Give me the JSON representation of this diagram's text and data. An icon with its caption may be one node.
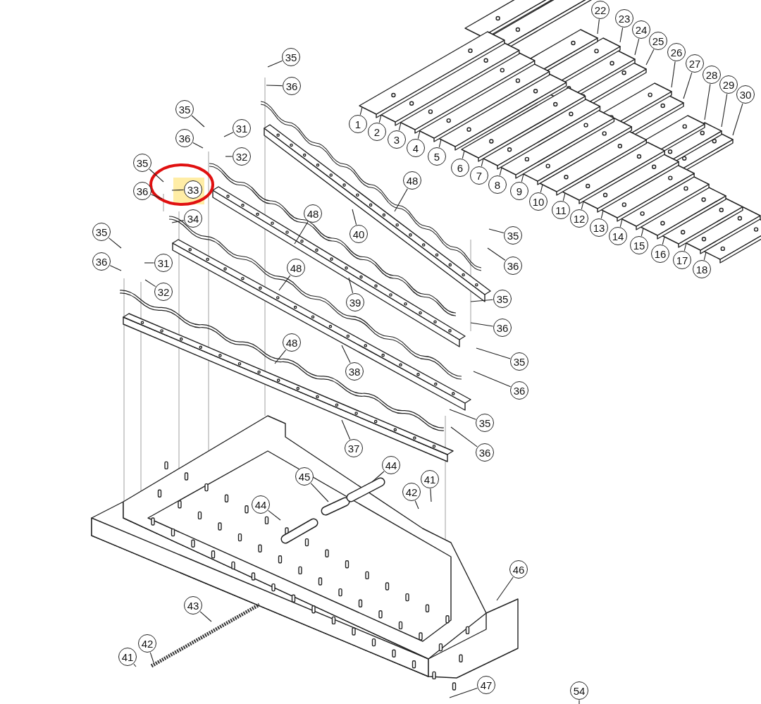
{
  "diagram": {
    "nodes": [
      {
        "text": [
          "22"
        ]
      },
      {
        "text": [
          "23"
        ]
      },
      {
        "text": [
          "24"
        ]
      },
      {
        "text": [
          "25"
        ]
      },
      {
        "text": [
          "26"
        ]
      },
      {
        "text": [
          "27"
        ]
      },
      {
        "text": [
          "28"
        ]
      },
      {
        "text": [
          "29"
        ]
      },
      {
        "text": [
          "30"
        ]
      },
      {
        "text": [
          "35"
        ]
      },
      {
        "text": [
          "36"
        ]
      },
      {
        "text": [
          "1"
        ]
      },
      {
        "text": [
          "2"
        ]
      },
      {
        "text": [
          "3"
        ]
      },
      {
        "text": [
          "4"
        ]
      },
      {
        "text": [
          "5"
        ]
      },
      {
        "text": [
          "6"
        ]
      },
      {
        "text": [
          "7"
        ]
      },
      {
        "text": [
          "8"
        ]
      },
      {
        "text": [
          "9"
        ]
      },
      {
        "text": [
          "10"
        ]
      },
      {
        "text": [
          "11"
        ]
      },
      {
        "text": [
          "12"
        ]
      },
      {
        "text": [
          "13"
        ]
      },
      {
        "text": [
          "14"
        ]
      },
      {
        "text": [
          "15"
        ]
      },
      {
        "text": [
          "16"
        ]
      },
      {
        "text": [
          "17"
        ]
      },
      {
        "text": [
          "18"
        ]
      },
      {
        "text": [
          "35"
        ]
      },
      {
        "text": [
          "36"
        ]
      },
      {
        "text": [
          "31"
        ]
      },
      {
        "text": [
          "32"
        ]
      },
      {
        "text": [
          "35"
        ]
      },
      {
        "text": [
          "36"
        ]
      },
      {
        "text": [
          "33"
        ]
      },
      {
        "text": [
          "34"
        ]
      },
      {
        "text": [
          "48"
        ]
      },
      {
        "text": [
          "40"
        ]
      },
      {
        "text": [
          "48"
        ]
      },
      {
        "text": [
          "35"
        ]
      },
      {
        "text": [
          "36"
        ]
      },
      {
        "text": [
          "35"
        ]
      },
      {
        "text": [
          "36"
        ]
      },
      {
        "text": [
          "31"
        ]
      },
      {
        "text": [
          "32"
        ]
      },
      {
        "text": [
          "48"
        ]
      },
      {
        "text": [
          "39"
        ]
      },
      {
        "text": [
          "35"
        ]
      },
      {
        "text": [
          "36"
        ]
      },
      {
        "text": [
          "48"
        ]
      },
      {
        "text": [
          "35"
        ]
      },
      {
        "text": [
          "38"
        ]
      },
      {
        "text": [
          "36"
        ]
      },
      {
        "text": [
          "35"
        ]
      },
      {
        "text": [
          "37"
        ]
      },
      {
        "text": [
          "36"
        ]
      },
      {
        "text": [
          "44"
        ]
      },
      {
        "text": [
          "45"
        ]
      },
      {
        "text": [
          "41"
        ]
      },
      {
        "text": [
          "42"
        ]
      },
      {
        "text": [
          "44"
        ]
      },
      {
        "text": [
          "46"
        ]
      },
      {
        "text": [
          "43"
        ]
      },
      {
        "text": [
          "42"
        ]
      },
      {
        "text": [
          "41"
        ]
      },
      {
        "text": [
          "47"
        ]
      },
      {
        "text": [
          "54"
        ]
      }
    ],
    "edges": [
      {
        "from": 0,
        "to": null,
        "arrow": "none"
      },
      {
        "from": 1,
        "to": null,
        "arrow": "none"
      },
      {
        "from": 2,
        "to": null,
        "arrow": "none"
      },
      {
        "from": 3,
        "to": null,
        "arrow": "none"
      },
      {
        "from": 4,
        "to": null,
        "arrow": "none"
      },
      {
        "from": 5,
        "to": null,
        "arrow": "none"
      },
      {
        "from": 6,
        "to": null,
        "arrow": "none"
      },
      {
        "from": 7,
        "to": null,
        "arrow": "none"
      },
      {
        "from": 8,
        "to": null,
        "arrow": "none"
      },
      {
        "from": 9,
        "to": null,
        "arrow": "none"
      },
      {
        "from": 10,
        "to": null,
        "arrow": "none"
      },
      {
        "from": 11,
        "to": null,
        "arrow": "none"
      },
      {
        "from": 12,
        "to": null,
        "arrow": "none"
      },
      {
        "from": 13,
        "to": null,
        "arrow": "none"
      },
      {
        "from": 14,
        "to": null,
        "arrow": "none"
      },
      {
        "from": 15,
        "to": null,
        "arrow": "none"
      },
      {
        "from": 16,
        "to": null,
        "arrow": "none"
      },
      {
        "from": 17,
        "to": null,
        "arrow": "none"
      },
      {
        "from": 18,
        "to": null,
        "arrow": "none"
      },
      {
        "from": 19,
        "to": null,
        "arrow": "none"
      },
      {
        "from": 20,
        "to": null,
        "arrow": "none"
      },
      {
        "from": 21,
        "to": null,
        "arrow": "none"
      },
      {
        "from": 22,
        "to": null,
        "arrow": "none"
      },
      {
        "from": 23,
        "to": null,
        "arrow": "none"
      },
      {
        "from": 24,
        "to": null,
        "arrow": "none"
      },
      {
        "from": 25,
        "to": null,
        "arrow": "none"
      },
      {
        "from": 26,
        "to": null,
        "arrow": "none"
      },
      {
        "from": 27,
        "to": null,
        "arrow": "none"
      },
      {
        "from": 28,
        "to": null,
        "arrow": "none"
      },
      {
        "from": 29,
        "to": null,
        "arrow": "none"
      },
      {
        "from": 30,
        "to": null,
        "arrow": "none"
      },
      {
        "from": 31,
        "to": null,
        "arrow": "none"
      },
      {
        "from": 32,
        "to": null,
        "arrow": "none"
      },
      {
        "from": 33,
        "to": null,
        "arrow": "none"
      },
      {
        "from": 34,
        "to": null,
        "arrow": "none"
      },
      {
        "from": 35,
        "to": null,
        "arrow": "none"
      },
      {
        "from": 36,
        "to": null,
        "arrow": "none"
      },
      {
        "from": 37,
        "to": null,
        "arrow": "none"
      },
      {
        "from": 38,
        "to": null,
        "arrow": "none"
      },
      {
        "from": 39,
        "to": null,
        "arrow": "none"
      },
      {
        "from": 40,
        "to": null,
        "arrow": "none"
      },
      {
        "from": 41,
        "to": null,
        "arrow": "none"
      },
      {
        "from": 42,
        "to": null,
        "arrow": "none"
      },
      {
        "from": 43,
        "to": null,
        "arrow": "none"
      },
      {
        "from": 44,
        "to": null,
        "arrow": "none"
      },
      {
        "from": 45,
        "to": null,
        "arrow": "none"
      },
      {
        "from": 46,
        "to": null,
        "arrow": "none"
      },
      {
        "from": 47,
        "to": null,
        "arrow": "none"
      },
      {
        "from": 48,
        "to": null,
        "arrow": "none"
      },
      {
        "from": 49,
        "to": null,
        "arrow": "none"
      },
      {
        "from": 50,
        "to": null,
        "arrow": "none"
      },
      {
        "from": 51,
        "to": null,
        "arrow": "none"
      },
      {
        "from": 52,
        "to": null,
        "arrow": "none"
      },
      {
        "from": 53,
        "to": null,
        "arrow": "none"
      },
      {
        "from": 54,
        "to": null,
        "arrow": "none"
      },
      {
        "from": 55,
        "to": null,
        "arrow": "none"
      },
      {
        "from": 56,
        "to": null,
        "arrow": "none"
      },
      {
        "from": 57,
        "to": null,
        "arrow": "none"
      },
      {
        "from": 58,
        "to": null,
        "arrow": "none"
      },
      {
        "from": 59,
        "to": null,
        "arrow": "none"
      },
      {
        "from": 60,
        "to": null,
        "arrow": "none"
      },
      {
        "from": 61,
        "to": null,
        "arrow": "none"
      },
      {
        "from": 62,
        "to": null,
        "arrow": "none"
      },
      {
        "from": 63,
        "to": null,
        "arrow": "none"
      },
      {
        "from": 64,
        "to": null,
        "arrow": "none"
      },
      {
        "from": 65,
        "to": null,
        "arrow": "none"
      },
      {
        "from": 66,
        "to": null,
        "arrow": "none"
      },
      {
        "from": 67,
        "to": null,
        "arrow": "none"
      }
    ]
  }
}
